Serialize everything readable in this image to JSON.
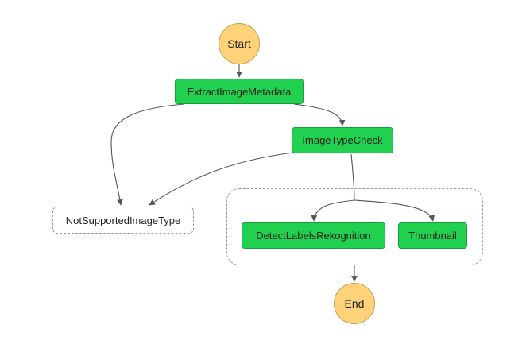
{
  "diagram": {
    "nodes": {
      "start": "Start",
      "extract_image_metadata": "ExtractImageMetadata",
      "image_type_check": "ImageTypeCheck",
      "not_supported_image_type": "NotSupportedImageType",
      "detect_labels_rekognition": "DetectLabelsRekognition",
      "thumbnail": "Thumbnail",
      "end": "End"
    },
    "colors": {
      "start_end_fill": "#fdd37a",
      "task_fill": "#22d04f",
      "edge": "#555555",
      "dashed_border": "#9a9a9a"
    }
  }
}
